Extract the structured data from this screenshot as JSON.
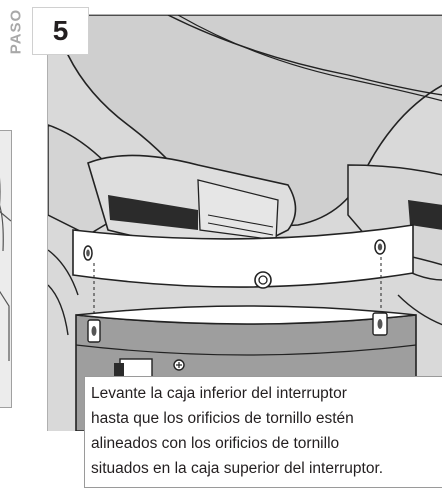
{
  "step": {
    "side_label": "PASO",
    "number": "5"
  },
  "caption": {
    "lines": [
      "Levante la caja inferior del interruptor",
      "hasta que los orificios de tornillo estén",
      "alineados con los orificios de tornillo",
      "situados en la caja superior del interruptor."
    ]
  }
}
